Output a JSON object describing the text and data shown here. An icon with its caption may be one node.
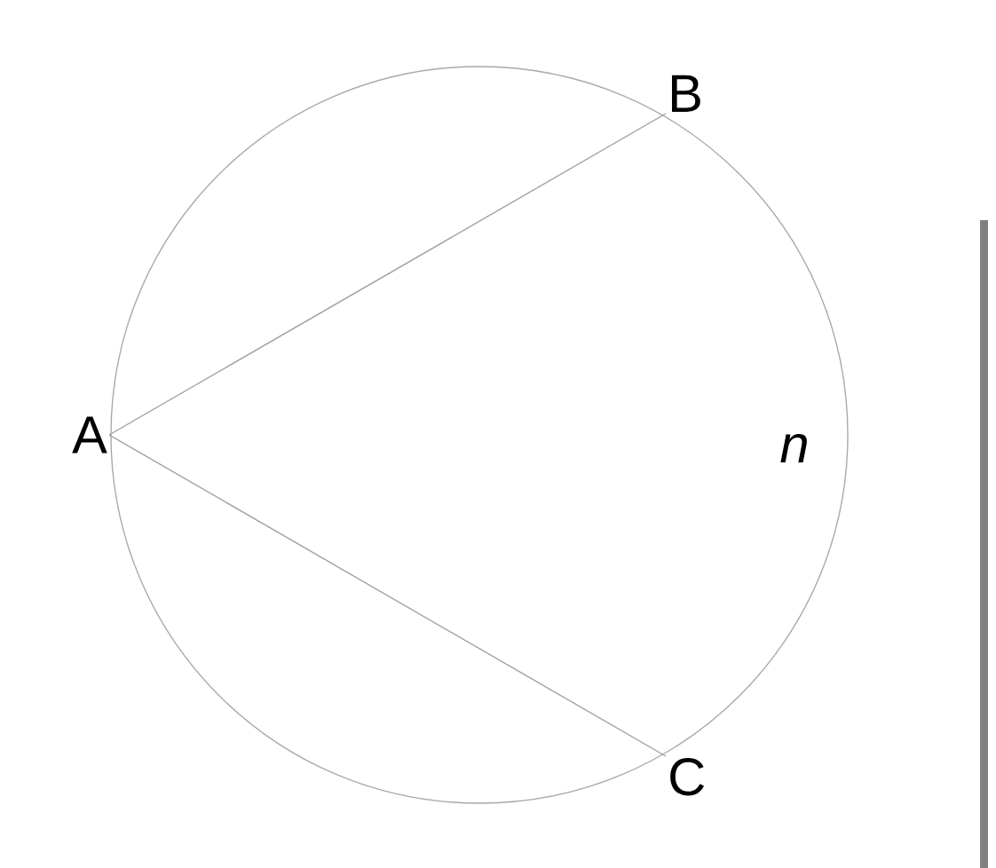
{
  "diagram": {
    "nodes": [
      {
        "text": [
          "A"
        ]
      },
      {
        "text": [
          "B"
        ]
      },
      {
        "text": [
          "C"
        ]
      }
    ],
    "edges": [
      {
        "from": 0,
        "to": 1,
        "arrow": "none"
      },
      {
        "from": 0,
        "to": 2,
        "arrow": "none"
      }
    ],
    "labels": [
      "n"
    ]
  }
}
